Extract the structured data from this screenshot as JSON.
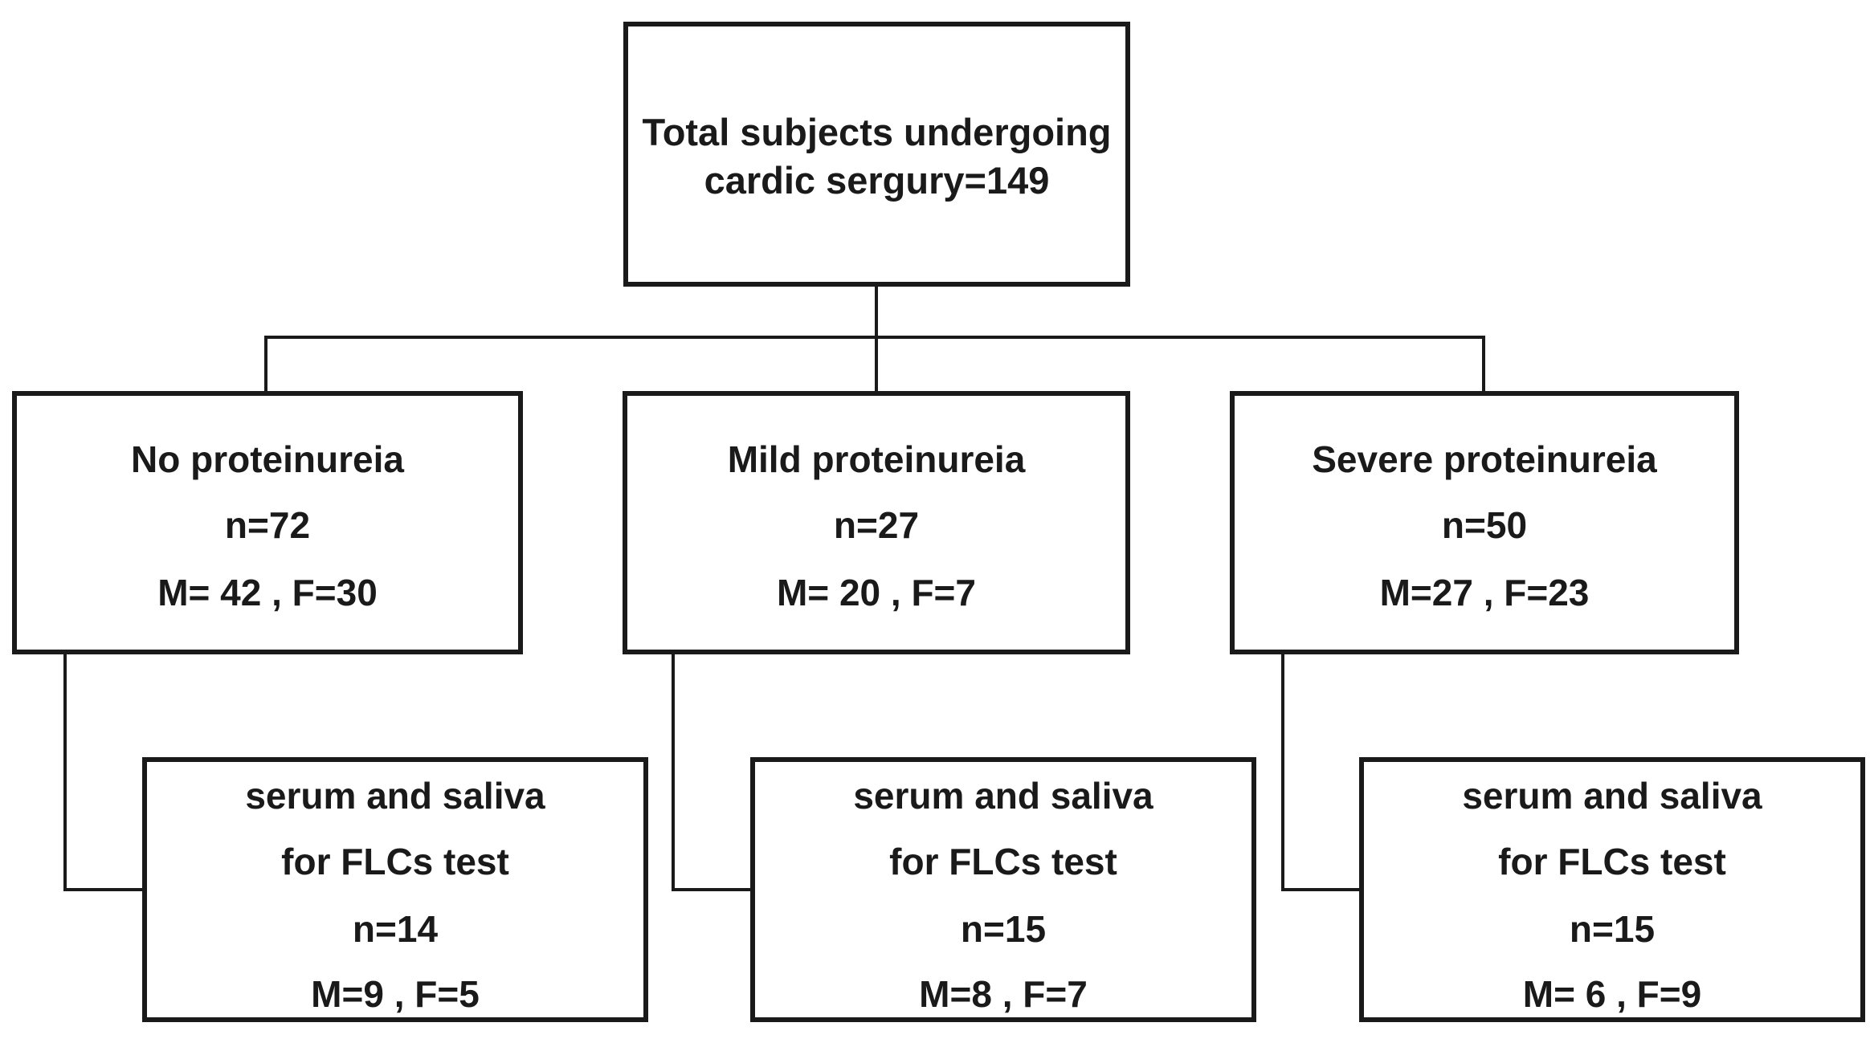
{
  "root": {
    "line1": "Total subjects undergoing",
    "line2": "cardic sergury=149"
  },
  "groups": [
    {
      "title": "No proteinureia",
      "n": "n=72",
      "sex": "M= 42  , F=30",
      "sub": {
        "line1": "serum and saliva",
        "line2": "for FLCs test",
        "n": "n=14",
        "sex": "M=9   , F=5"
      }
    },
    {
      "title": "Mild proteinureia",
      "n": "n=27",
      "sex": "M= 20  , F=7",
      "sub": {
        "line1": "serum and saliva",
        "line2": "for FLCs test",
        "n": "n=15",
        "sex": "M=8   , F=7"
      }
    },
    {
      "title": "Severe proteinureia",
      "n": "n=50",
      "sex": "M=27   , F=23",
      "sub": {
        "line1": "serum and saliva",
        "line2": "for FLCs test",
        "n": "n=15",
        "sex": "M= 6  , F=9"
      }
    }
  ]
}
